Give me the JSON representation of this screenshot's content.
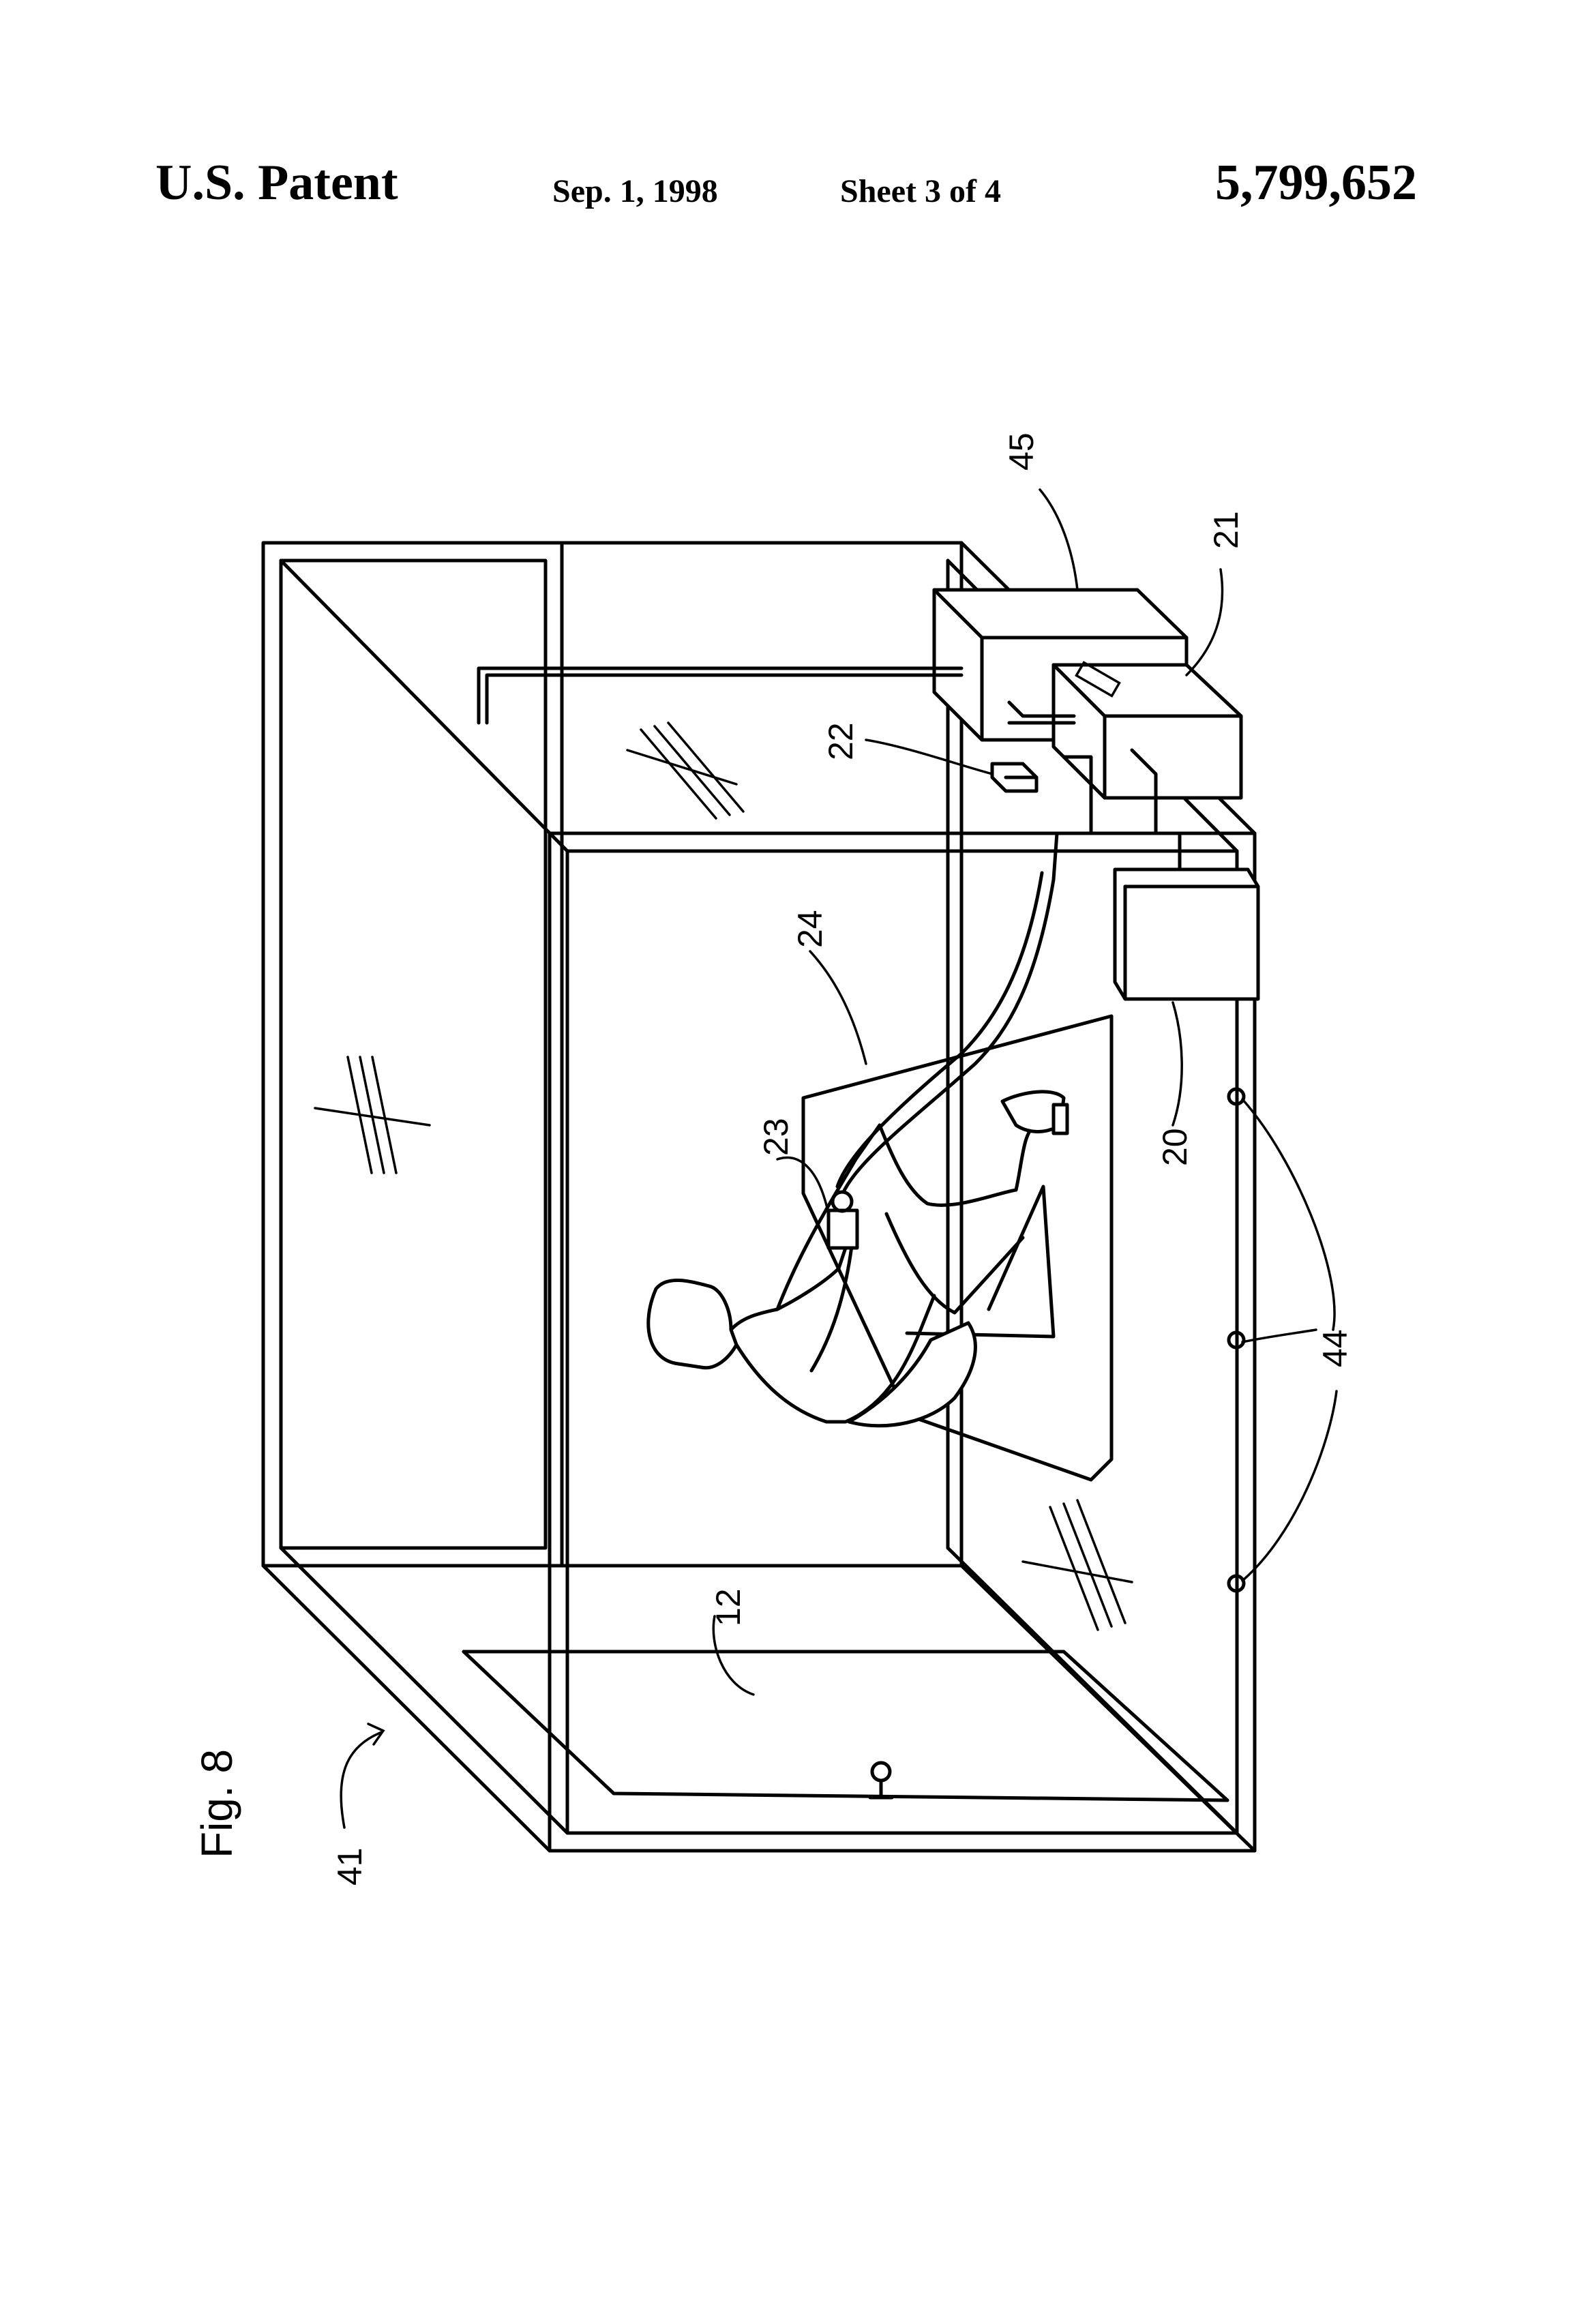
{
  "header": {
    "patent_label": "U.S. Patent",
    "date": "Sep. 1, 1998",
    "sheet": "Sheet 3 of 4",
    "patent_number": "5,799,652"
  },
  "figure": {
    "label": "Fig. 8",
    "refs": {
      "r41": "41",
      "r12": "12",
      "r44": "44",
      "r20": "20",
      "r23": "23",
      "r24": "24",
      "r22": "22",
      "r21": "21",
      "r45": "45"
    }
  }
}
